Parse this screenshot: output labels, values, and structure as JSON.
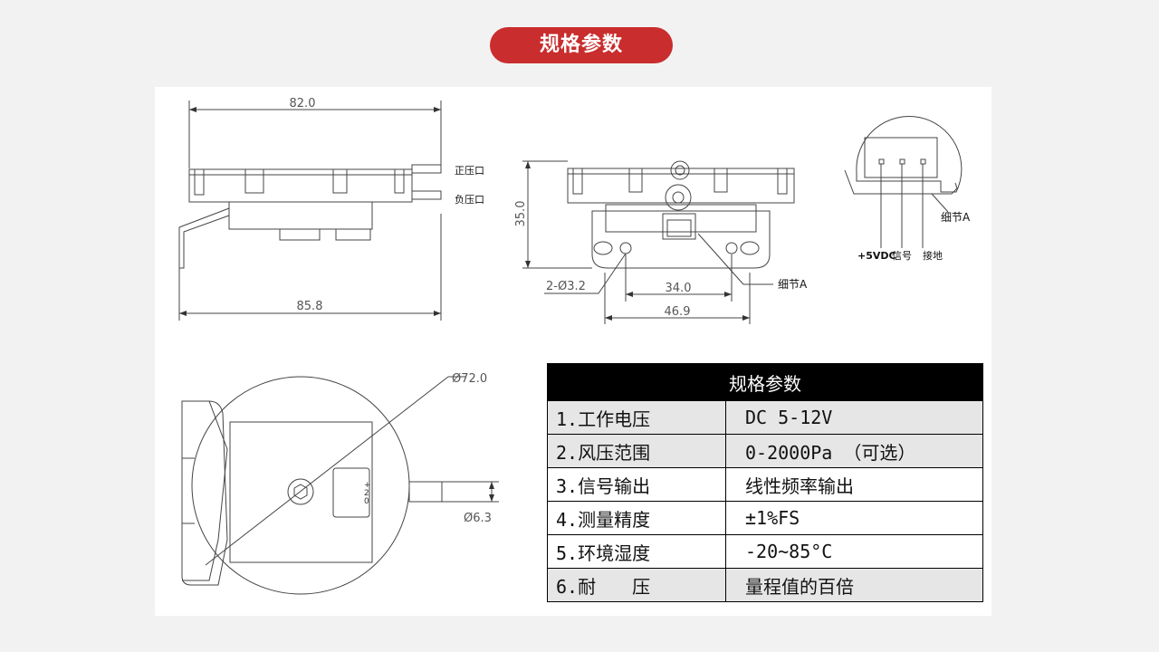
{
  "header": {
    "title": "规格参数"
  },
  "drawing": {
    "side_view": {
      "width_top": "82.0",
      "width_bottom": "85.8",
      "label_pos": "正压口",
      "label_neg": "负压口"
    },
    "front_view": {
      "height": "35.0",
      "holes": "2-Ø3.2",
      "dim_34": "34.0",
      "dim_469": "46.9",
      "detail_label": "细节A"
    },
    "detail_a": {
      "pin1": "+5VDC",
      "pin2": "信号",
      "pin3": "接地",
      "label": "细节A"
    },
    "bottom_view": {
      "diameter": "Ø72.0",
      "port_dia": "Ø6.3",
      "marks": [
        "+",
        "2",
        "0"
      ]
    }
  },
  "spec_table": {
    "title": "规格参数",
    "rows": [
      {
        "key": "1.工作电压",
        "value": "DC 5-12V"
      },
      {
        "key": "2.风压范围",
        "value": "0-2000Pa （可选）"
      },
      {
        "key": "3.信号输出",
        "value": "线性频率输出"
      },
      {
        "key": "4.测量精度",
        "value": "±1%FS"
      },
      {
        "key": "5.环境湿度",
        "value": "-20~85°C"
      },
      {
        "key": "6.耐　　压",
        "value": "量程值的百倍"
      }
    ]
  }
}
